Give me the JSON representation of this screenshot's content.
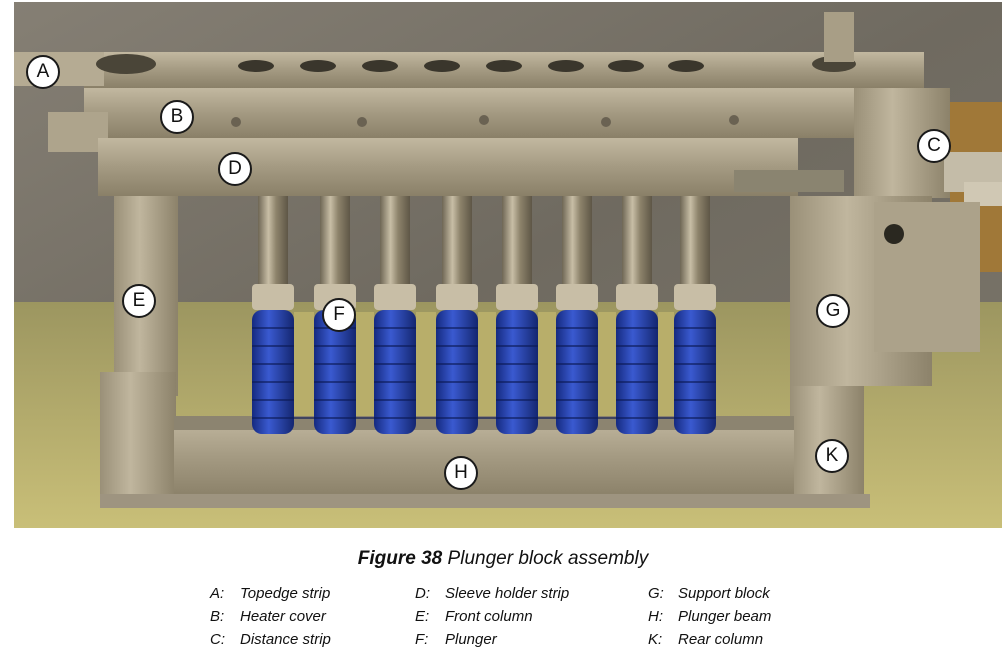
{
  "figure": {
    "number": "Figure 38",
    "title": "Plunger block assembly"
  },
  "callouts": {
    "a": "A",
    "b": "B",
    "c": "C",
    "d": "D",
    "e": "E",
    "f": "F",
    "g": "G",
    "h": "H",
    "k": "K"
  },
  "legend": [
    {
      "key": "A:",
      "label": "Topedge strip"
    },
    {
      "key": "B:",
      "label": "Heater cover"
    },
    {
      "key": "C:",
      "label": "Distance strip"
    },
    {
      "key": "D:",
      "label": "Sleeve holder strip"
    },
    {
      "key": "E:",
      "label": "Front column"
    },
    {
      "key": "F:",
      "label": "Plunger"
    },
    {
      "key": "G:",
      "label": "Support block"
    },
    {
      "key": "H:",
      "label": "Plunger beam"
    },
    {
      "key": "K:",
      "label": "Rear column"
    }
  ],
  "colors": {
    "spring_blue": "#2440b0",
    "steel": "#a69a82",
    "background_cloth": "#7a756a",
    "table": "#b8ae6a"
  }
}
